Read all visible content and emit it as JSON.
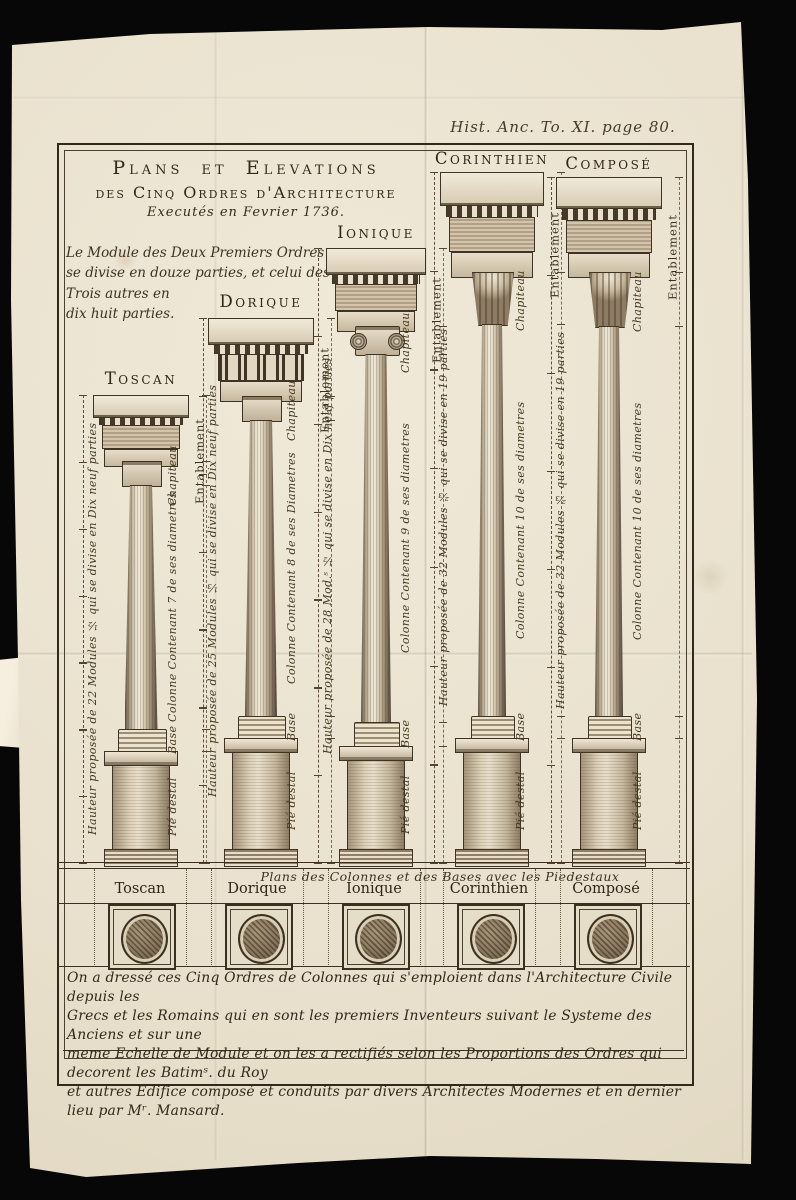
{
  "annotation": "Hist. Anc. To. XI. page 80.",
  "title": {
    "line1": "Plans et Elevations",
    "line2": "des Cinq Ordres d'Architecture",
    "line3": "Executés en Fevrier 1736."
  },
  "note": {
    "line1": "Le Module des Deux Premiers Ordres",
    "line2": "se divise en douze parties, et celui des",
    "line3": "Trois autres en",
    "line4": "dix huit parties."
  },
  "orders": [
    {
      "name": "Toscan",
      "height_label": "Hauteur proposée de 22 Modules ½ qui se divise en Dix neuf parties",
      "labels": {
        "pedestal": "Pié destal",
        "base": "Base",
        "column": "Colonne Contenant 7 de ses diametres",
        "capital": "Chapiteau",
        "entablature": "Entablement"
      }
    },
    {
      "name": "Dorique",
      "height_label": "Hauteur proposée de 25 Modules ⅓ qui se divise en Dix neuf parties",
      "labels": {
        "pedestal": "Pié destal",
        "base": "Base",
        "column": "Colonne Contenant 8 de ses Diametres",
        "capital": "Chapiteau",
        "entablature": "Entablement"
      }
    },
    {
      "name": "Ionique",
      "height_label": "Hauteur proposée de 28 Mod.ˢ ½ qui se divise en Dix neuf parties",
      "labels": {
        "pedestal": "Pié destal",
        "base": "Base",
        "column": "Colonne Contenant 9 de ses diametres",
        "capital": "Chapiteau",
        "entablature": "Entablement"
      }
    },
    {
      "name": "Corinthien",
      "height_label": "Hauteur proposée de 32 Modules ⅔ qui se divise en 19 parties",
      "labels": {
        "pedestal": "Pié destal",
        "base": "Base",
        "column": "Colonne Contenant 10 de ses diametres",
        "capital": "Chapiteau",
        "entablature": "Entablement"
      }
    },
    {
      "name": "Composé",
      "height_label": "Hauteur proposée de 32 Modules ⅔ qui se divise en 19 parties",
      "labels": {
        "pedestal": "Pié destal",
        "base": "Base",
        "column": "Colonne Contenant 10 de ses diametres",
        "capital": "Chapiteau",
        "entablature": "Entablement"
      }
    }
  ],
  "plans": {
    "title": "Plans des Colonnes et des Bases avec les Piedestaux",
    "labels": [
      "Toscan",
      "Dorique",
      "Ionique",
      "Corinthien",
      "Composé"
    ]
  },
  "footer": {
    "line1": "On a dressé ces Cinq Ordres de Colonnes qui s'emploient dans l'Architecture Civile depuis les",
    "line2": "Grecs et les Romains qui en sont les premiers Inventeurs suivant le Systeme des Anciens et sur une",
    "line3": "meme Echelle de Module et on les a rectifiés selon les Proportions des Ordres qui decorent les Batimˢ. du Roy",
    "line4": "et autres Edifice composé et conduits par divers Architectes Modernes et en dernier lieu par Mʳ. Mansard."
  },
  "colors": {
    "backdrop": "#070707",
    "paper": "#e9e1cd",
    "ink": "#32291d"
  }
}
